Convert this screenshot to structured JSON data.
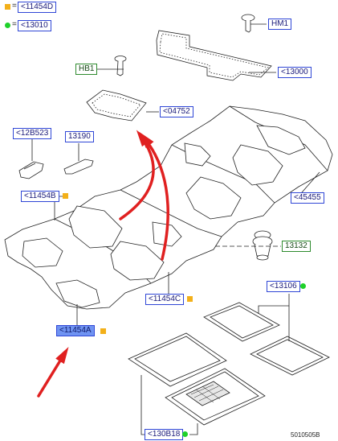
{
  "legend": {
    "square_item": "<11454D",
    "circle_item": "<13010",
    "equals": "="
  },
  "callouts": {
    "hm1": "HM1",
    "c13000": "<13000",
    "hb1": "HB1",
    "c04752": "<04752",
    "c12b523": "<12B523",
    "c13190": "13190",
    "c11454b": "<11454B",
    "c45455": "<45455",
    "c13132": "13132",
    "c11454c": "<11454C",
    "c11454a": "<11454A",
    "c13106": "<13106",
    "c130b18": "<130B18"
  },
  "footer": {
    "part_number": "5010505B"
  },
  "colors": {
    "callout_border": "#2f46d6",
    "callout_border_green": "#2e8b2e",
    "highlight": "#6f93f2",
    "marker_square": "#f3b019",
    "marker_circle": "#1fd12a",
    "arrow": "#e02020"
  }
}
